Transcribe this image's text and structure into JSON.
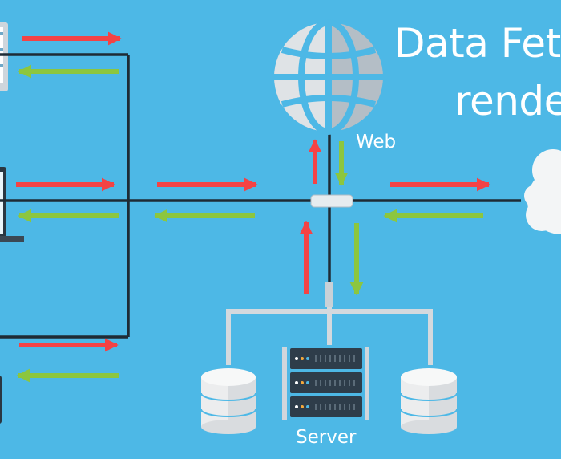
{
  "title": {
    "line1": "Data Fetc",
    "line2": "rende"
  },
  "labels": {
    "web": "Web",
    "server": "Server"
  },
  "colors": {
    "background": "#4db8e6",
    "request_arrow": "#f44345",
    "response_arrow": "#8cc63f",
    "network_line": "#1e2b35",
    "globe": "#d9dde0",
    "server_rack": "#2e3d4a",
    "database": "#ecedee"
  },
  "icons": [
    "client-device-icon",
    "globe-icon",
    "cloud-icon",
    "database-icon",
    "server-rack-icon"
  ]
}
